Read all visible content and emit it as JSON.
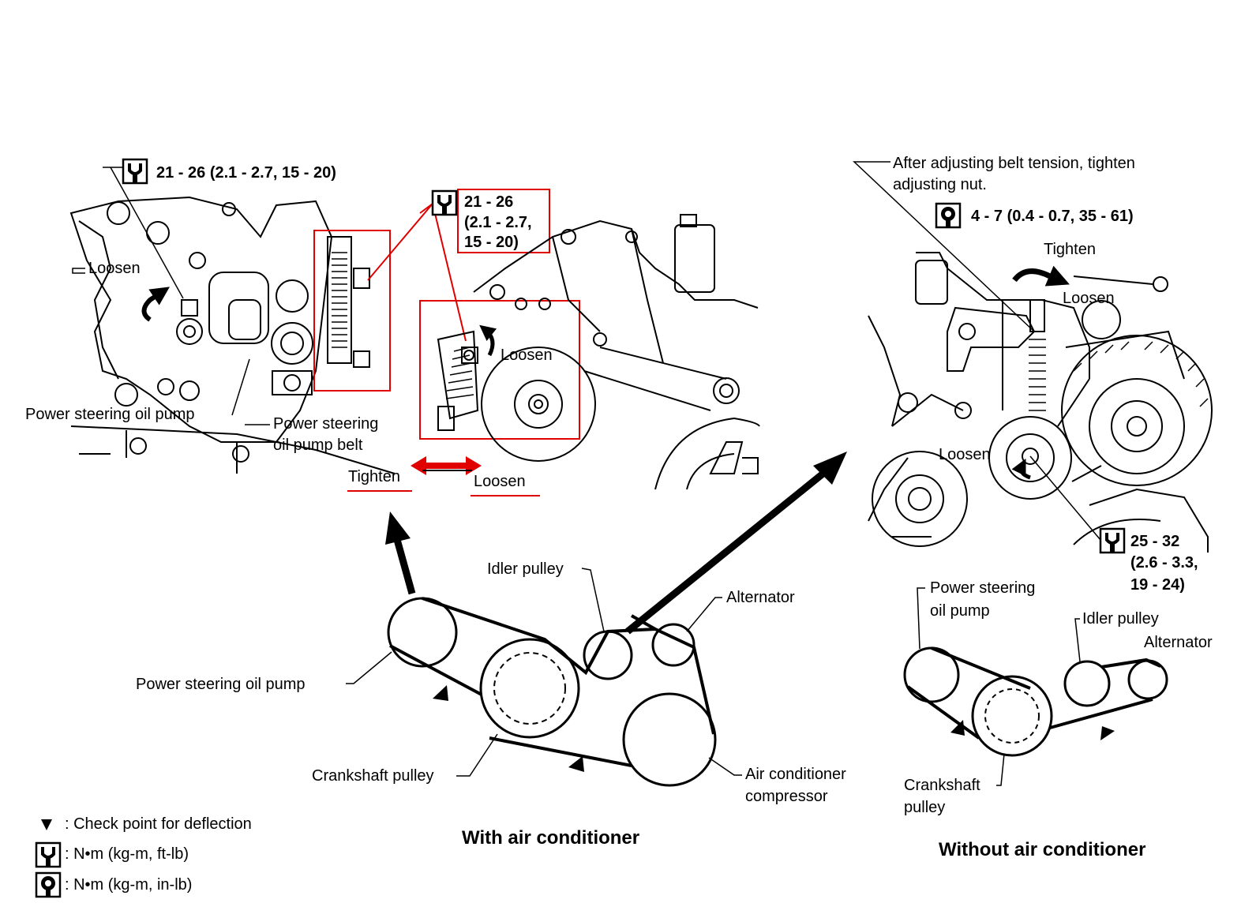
{
  "colors": {
    "line": "#000000",
    "highlight": "#e00000",
    "background": "#ffffff"
  },
  "icons": {
    "torque_standard": "wrench-icon",
    "torque_small": "wrench-small-icon",
    "check_point": "triangle-marker-icon"
  },
  "top_left": {
    "torque_1": "21 - 26 (2.1 - 2.7, 15 - 20)",
    "torque_2_lines": [
      "21 - 26",
      "(2.1 - 2.7,",
      "15 - 20)"
    ],
    "loosen_left": "Loosen",
    "loosen_mid": "Loosen",
    "ps_pump": "Power steering oil pump",
    "ps_belt_lines": [
      "Power steering",
      "oil pump belt"
    ],
    "tighten": "Tighten",
    "loosen_bottom": "Loosen"
  },
  "top_right": {
    "note_lines": [
      "After adjusting belt tension, tighten",
      "adjusting nut."
    ],
    "torque_nut": "4 - 7 (0.4 - 0.7, 35 - 61)",
    "tighten": "Tighten",
    "loosen_1": "Loosen",
    "loosen_2": "Loosen",
    "torque_lines": [
      "25 - 32",
      "(2.6 - 3.3,",
      "19 - 24)"
    ]
  },
  "ac_diagram": {
    "caption": "With air conditioner",
    "idler": "Idler pulley",
    "alternator": "Alternator",
    "ps_pump": "Power steering oil pump",
    "crankshaft": "Crankshaft pulley",
    "ac_lines": [
      "Air conditioner",
      "compressor"
    ]
  },
  "noac_diagram": {
    "caption": "Without air conditioner",
    "ps_lines": [
      "Power steering",
      "oil pump"
    ],
    "idler": "Idler pulley",
    "alternator": "Alternator",
    "crank_lines": [
      "Crankshaft",
      "pulley"
    ]
  },
  "legend": {
    "check": ": Check point for deflection",
    "unit_1": ": N•m (kg-m, ft-lb)",
    "unit_2": ": N•m (kg-m, in-lb)"
  }
}
